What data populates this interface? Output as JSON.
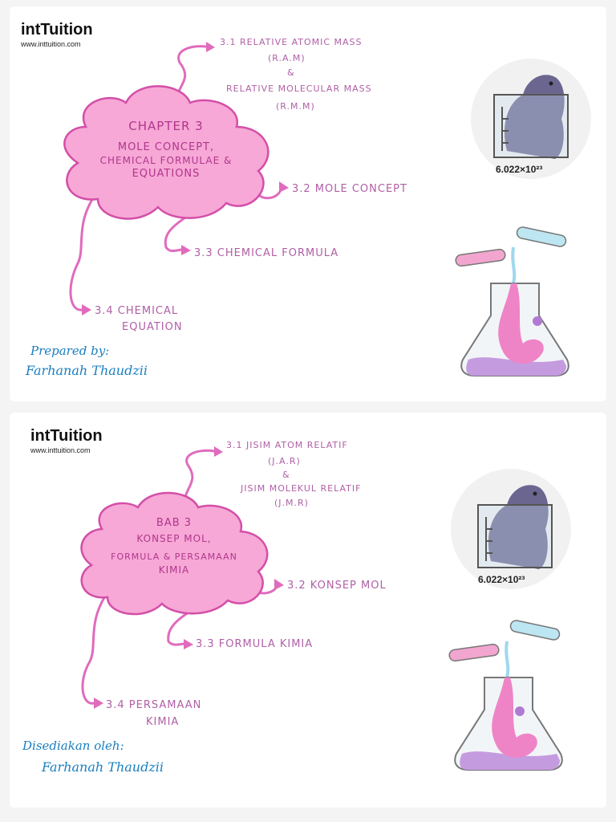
{
  "panel1": {
    "logo": "intTuition",
    "url": "www.inttuition.com",
    "cloud_lines": [
      "CHAPTER 3",
      "MOLE CONCEPT,",
      "CHEMICAL FORMULAE &",
      "EQUATIONS"
    ],
    "branches": {
      "b1_line1": "3.1 RELATIVE ATOMIC MASS",
      "b1_line2": "(R.A.M)",
      "b1_amp": "&",
      "b1_line3": "RELATIVE MOLECULAR MASS",
      "b1_line4": "(R.M.M)",
      "b2": "3.2 MOLE CONCEPT",
      "b3": "3.3 CHEMICAL FORMULA",
      "b4_line1": "3.4 CHEMICAL",
      "b4_line2": "EQUATION"
    },
    "signature_line1": "Prepared by:",
    "signature_line2": "Farhanah Thaudzii",
    "mole_label": "6.022×10²³"
  },
  "panel2": {
    "logo": "intTuition",
    "url": "www.inttuition.com",
    "cloud_lines": [
      "BAB 3",
      "KONSEP MOL,",
      "FORMULA & PERSAMAAN",
      "KIMIA"
    ],
    "branches": {
      "b1_line1": "3.1 JISIM ATOM RELATIF",
      "b1_line2": "(J.A.R)",
      "b1_amp": "&",
      "b1_line3": "JISIM MOLEKUL RELATIF",
      "b1_line4": "(J.M.R)",
      "b2": "3.2 KONSEP MOL",
      "b3": "3.3 FORMULA KIMIA",
      "b4_line1": "3.4 PERSAMAAN",
      "b4_line2": "KIMIA"
    },
    "signature_line1": "Disediakan oleh:",
    "signature_line2": "Farhanah Thaudzii",
    "mole_label": "6.022×10²³"
  },
  "colors": {
    "cloud_fill": "#f7a8d6",
    "cloud_stroke": "#d34fa8",
    "branch_pink": "#e06bbd",
    "text_purple": "#b05fa6",
    "mole": "#6b6690",
    "signature_blue": "#1a7fbf"
  },
  "icons": [
    "graduation-cap-icon",
    "mole-icon",
    "beaker-icon",
    "test-tube-icon",
    "conical-flask-icon"
  ]
}
